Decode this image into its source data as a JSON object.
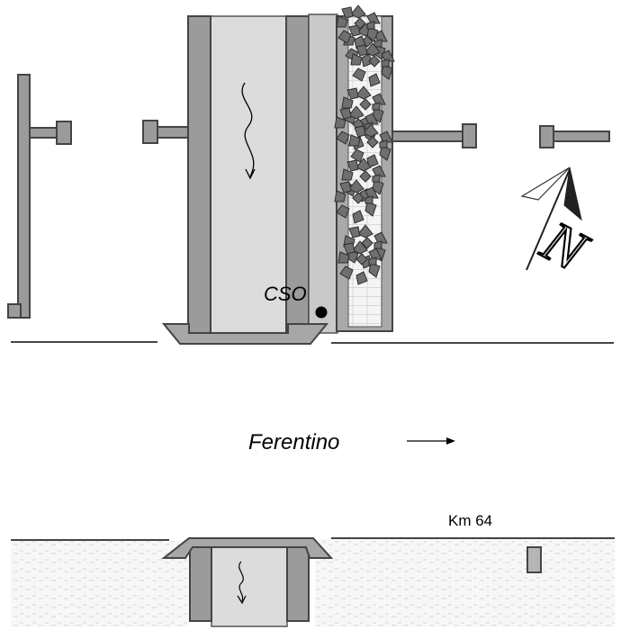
{
  "labels": {
    "cso": "CSO",
    "town": "Ferentino",
    "km_marker": "Km 64",
    "north": "N"
  },
  "colors": {
    "wall": "#9b9b9b",
    "water": "#dcdcdc",
    "outline": "#444444",
    "vegetation": "#6f6f6f",
    "ground_fill": "#f2f2f2"
  },
  "icons": {
    "flow_direction": "wavy-arrow-down",
    "town_direction": "arrow-right",
    "north": "north-arrow"
  }
}
